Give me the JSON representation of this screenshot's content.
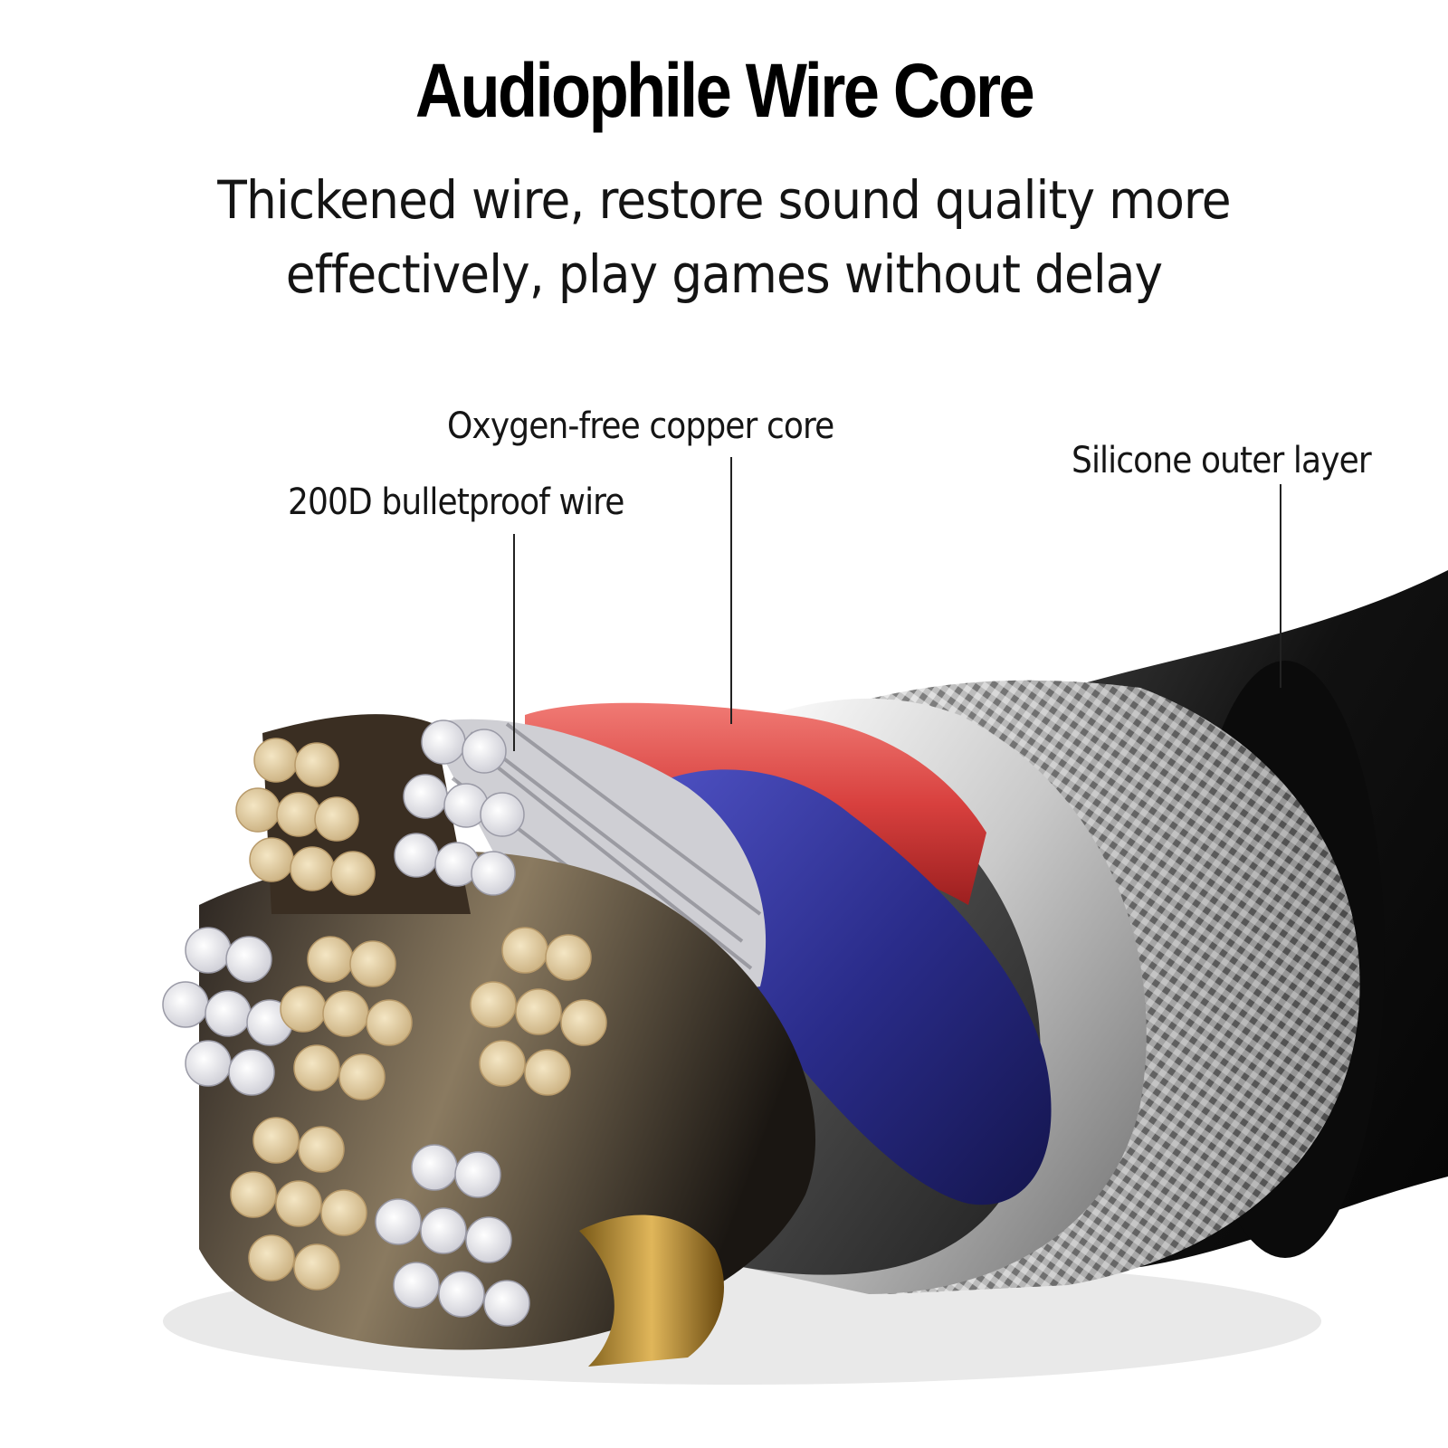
{
  "header": {
    "title": "Audiophile Wire Core",
    "subtitle_lines": [
      "Thickened wire, restore sound quality more",
      "effectively, play games without delay"
    ]
  },
  "callouts": {
    "copper_core": "Oxygen-free copper core",
    "bulletproof_wire": "200D bulletproof wire",
    "silicone_layer": "Silicone outer layer"
  },
  "colors": {
    "jacket": "#101010",
    "braid": "#9a9a9a",
    "red_insulation": "#d8403e",
    "blue_insulation": "#2a2c8a",
    "gold_strand": "#e3cfa6",
    "silver_strand": "#e9e9ee"
  }
}
